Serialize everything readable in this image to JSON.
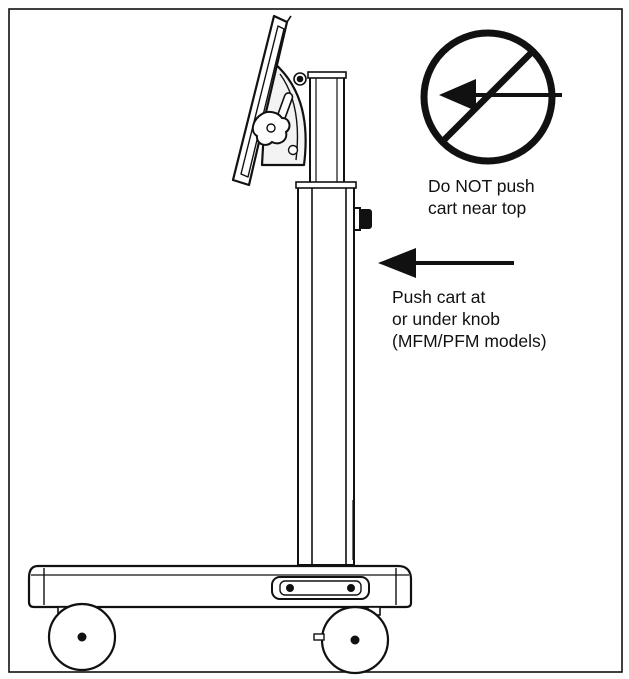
{
  "warning": {
    "lines": [
      "Do NOT push",
      "cart near top"
    ]
  },
  "instruction": {
    "lines": [
      "Push cart at",
      "or under knob",
      "(MFM/PFM models)"
    ]
  },
  "icons": {
    "prohibition": "no-push-prohibition-icon",
    "push_direction": "left-arrow-icon"
  },
  "colors": {
    "line": "#111111",
    "background": "#ffffff"
  }
}
